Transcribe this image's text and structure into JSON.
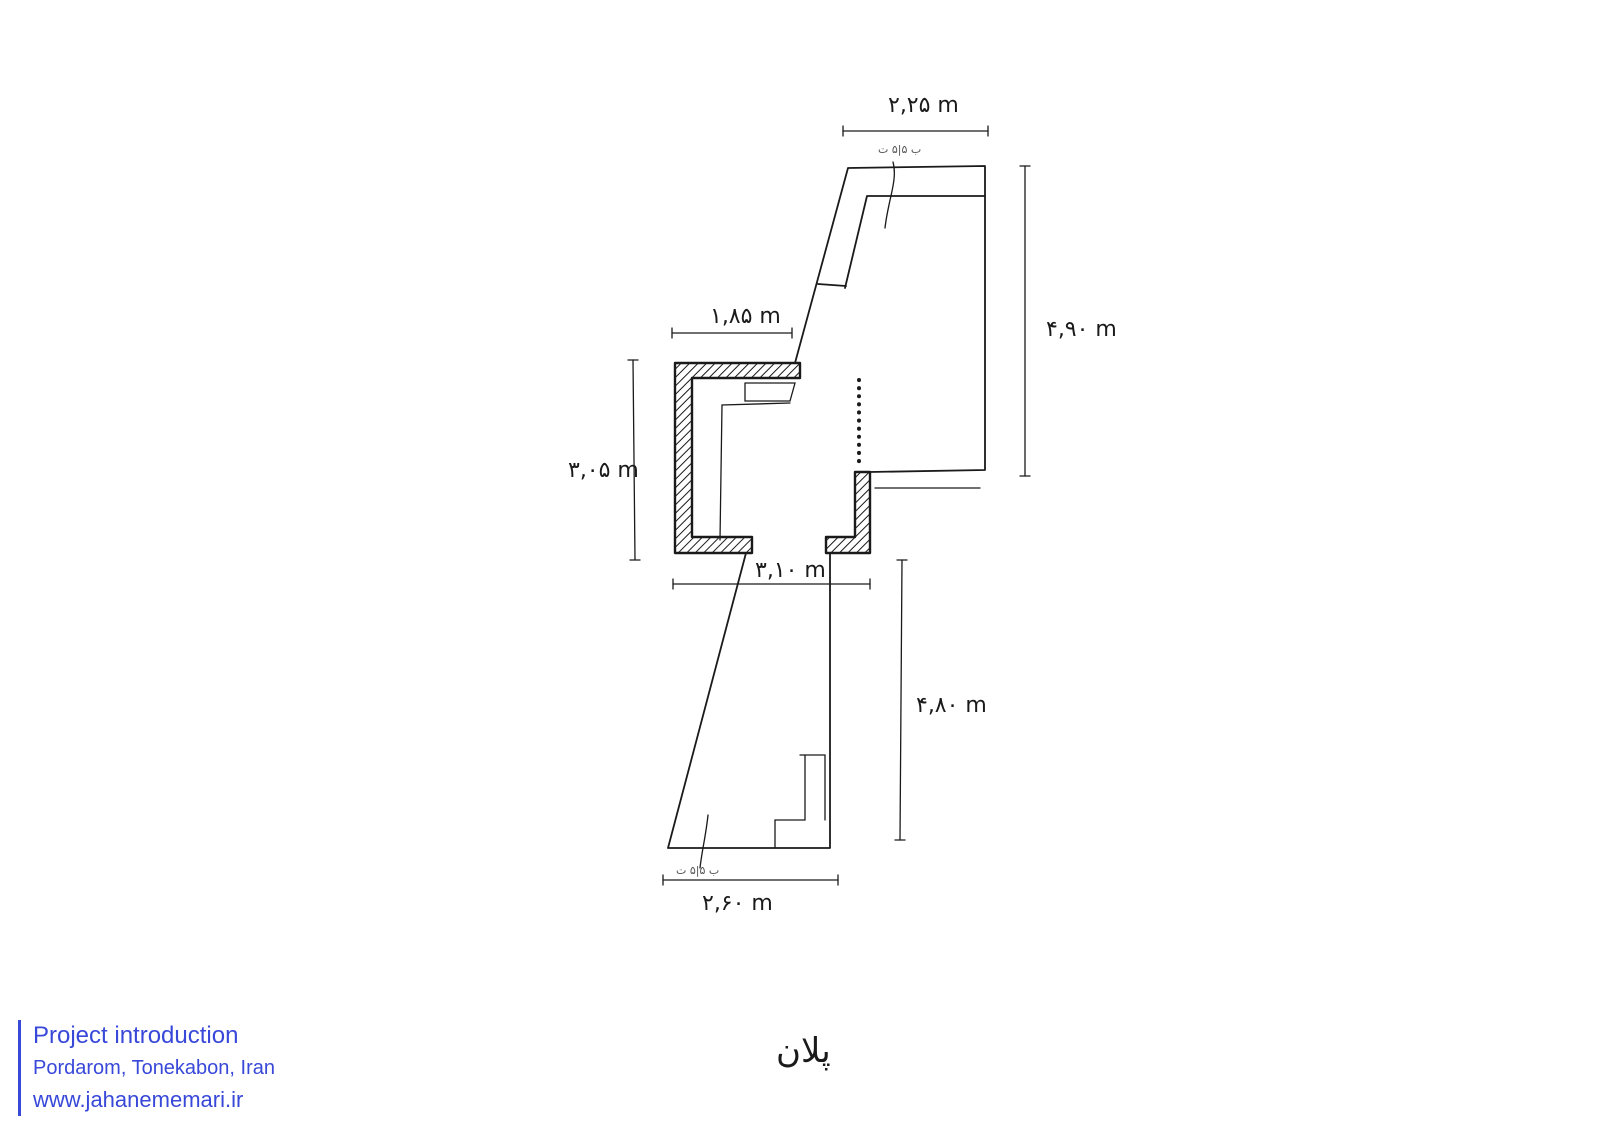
{
  "dimensions": {
    "top_width": "۲,۲۵ m",
    "top_height": "۴,۹۰ m",
    "mid_top_width": "۱,۸۵ m",
    "mid_height": "۳,۰۵ m",
    "mid_width": "۳,۱۰ m",
    "bottom_height": "۴,۸۰ m",
    "bottom_width": "۲,۶۰ m"
  },
  "notes": {
    "top_label": "ب ۵|۵ ت",
    "bottom_label": "ب ۵|۵ ت"
  },
  "title": "پلان",
  "footer": {
    "line1": "Project introduction",
    "line2": "Pordarom, Tonekabon, Iran",
    "line3": "www.jahanememari.ir"
  }
}
